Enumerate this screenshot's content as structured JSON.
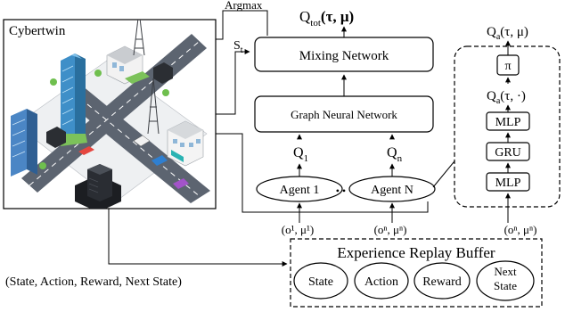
{
  "cybertwin": {
    "label": "Cybertwin"
  },
  "mixing": {
    "label": "Mixing Network",
    "argmax": "Argmax",
    "st_main": "S",
    "st_sub": "t",
    "qtot_main": "Q",
    "qtot_sub": "tot",
    "qtot_args": "(τ, μ)"
  },
  "gnn": {
    "label": "Graph Neural Network"
  },
  "q_inputs": [
    {
      "main": "Q",
      "sub": "1"
    },
    {
      "main": "Q",
      "sub": "n"
    }
  ],
  "agents": [
    {
      "label": "Agent 1"
    },
    {
      "label": "Agent N"
    }
  ],
  "ellipsis": "• • •",
  "obs_labels": [
    {
      "label": "(o¹, μ¹)"
    },
    {
      "label": "(oⁿ, μⁿ)"
    },
    {
      "label": "(oⁿ, μⁿ)"
    }
  ],
  "agent_net": {
    "qa_top_main": "Q",
    "qa_top_sub": "a",
    "qa_top_args": "(τ, μ)",
    "pi": "π",
    "qa_mid_main": "Q",
    "qa_mid_sub": "a",
    "qa_mid_args": "(τ, ·)",
    "mlp_top": "MLP",
    "gru": "GRU",
    "mlp_bottom": "MLP"
  },
  "buffer": {
    "title": "Experience Replay Buffer",
    "items": [
      {
        "label": "State"
      },
      {
        "label": "Action"
      },
      {
        "label": "Reward"
      },
      {
        "label_line1": "Next",
        "label_line2": "State"
      }
    ]
  },
  "transition_label": "(State, Action, Reward, Next State)"
}
